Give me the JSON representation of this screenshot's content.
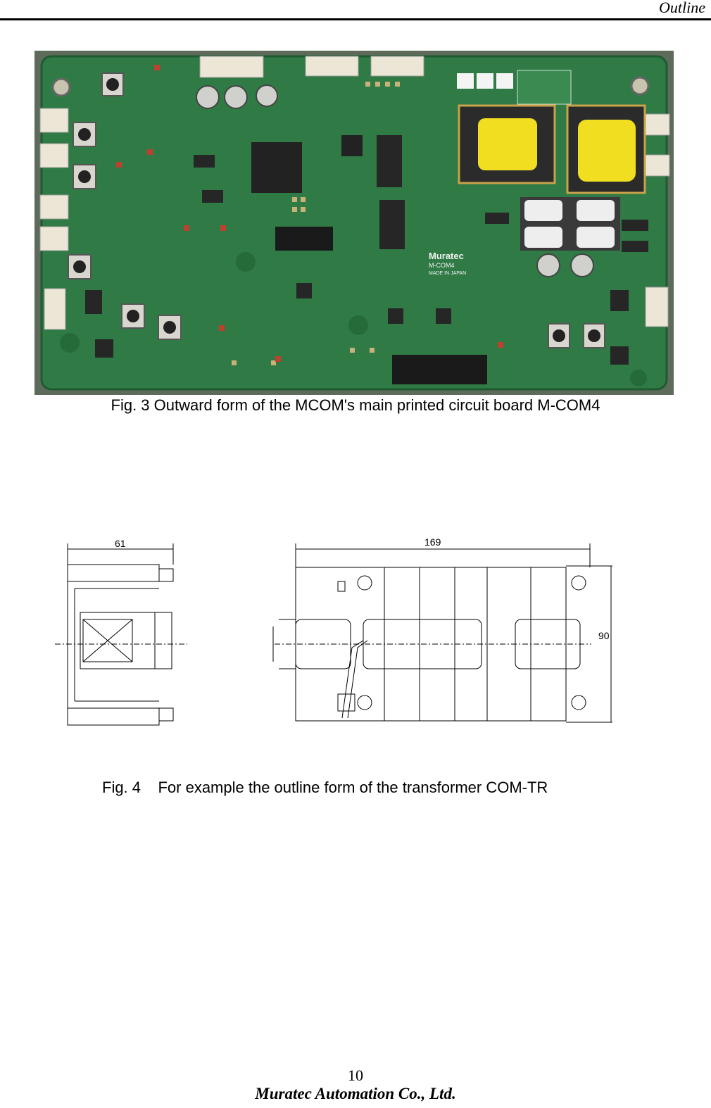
{
  "header": {
    "section_title": "Outline"
  },
  "figure3": {
    "caption": "Fig. 3 Outward form of the MCOM's main printed circuit board M-COM4",
    "board_label_brand": "Muratec",
    "board_label_model": "M-COM4",
    "board_label_origin": "MADE IN JAPAN"
  },
  "figure4": {
    "caption": "Fig. 4    For example the outline form of the transformer COM-TR",
    "dim_width": "61",
    "dim_length": "169",
    "dim_height": "90"
  },
  "footer": {
    "page_number": "10",
    "company": "Muratec Automation Co., Ltd."
  }
}
